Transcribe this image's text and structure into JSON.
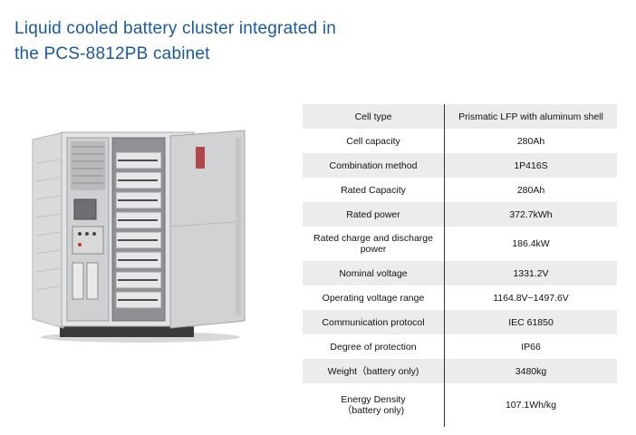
{
  "title": {
    "line1": "Liquid cooled battery cluster integrated in",
    "line2": "the PCS-8812PB cabinet"
  },
  "image": {
    "subject": "cabinet-illustration"
  },
  "specs": [
    {
      "label": "Cell type",
      "value": "Prismatic LFP with aluminum shell"
    },
    {
      "label": "Cell capacity",
      "value": "280Ah"
    },
    {
      "label": "Combination method",
      "value": "1P416S"
    },
    {
      "label": "Rated Capacity",
      "value": "280Ah"
    },
    {
      "label": "Rated power",
      "value": "372.7kWh"
    },
    {
      "label": "Rated charge and discharge power",
      "value": "186.4kW"
    },
    {
      "label": "Nominal voltage",
      "value": "1331.2V"
    },
    {
      "label": "Operating voltage range",
      "value": "1164.8V~1497.6V"
    },
    {
      "label": "Communication protocol",
      "value": "IEC 61850"
    },
    {
      "label": "Degree of protection",
      "value": "IP66"
    },
    {
      "label": "Weight（battery only)",
      "value": "3480kg"
    },
    {
      "label": "Energy Density\n（battery only)",
      "value": "107.1Wh/kg"
    }
  ],
  "colors": {
    "title": "#1a5a9a",
    "row_shade": "#ececec",
    "divider": "#333333"
  }
}
